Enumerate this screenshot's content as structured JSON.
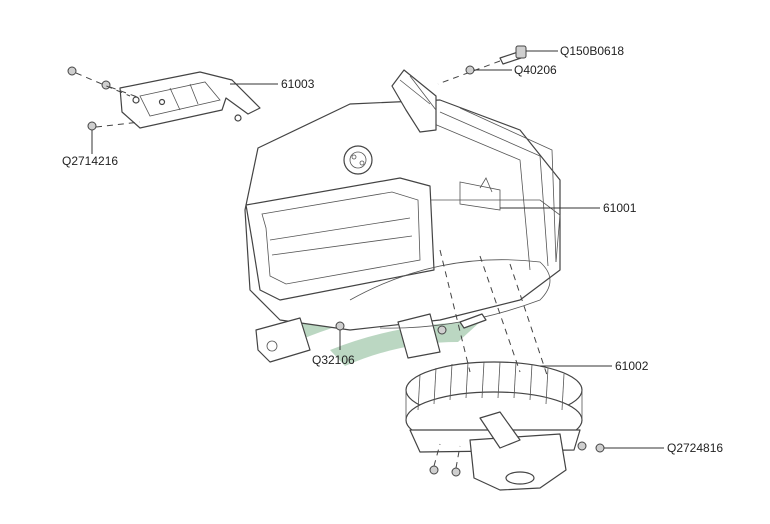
{
  "callouts": {
    "fastener_top_bolt": "Q150B0618",
    "fastener_top_washer": "Q40206",
    "bracket": "61003",
    "bracket_screws": "Q2714216",
    "housing": "61001",
    "blower_wheel": "61002",
    "housing_nut": "Q32106",
    "motor_screws": "Q2724816"
  },
  "colors": {
    "line": "#333333",
    "watermark": "#3e8e52"
  }
}
